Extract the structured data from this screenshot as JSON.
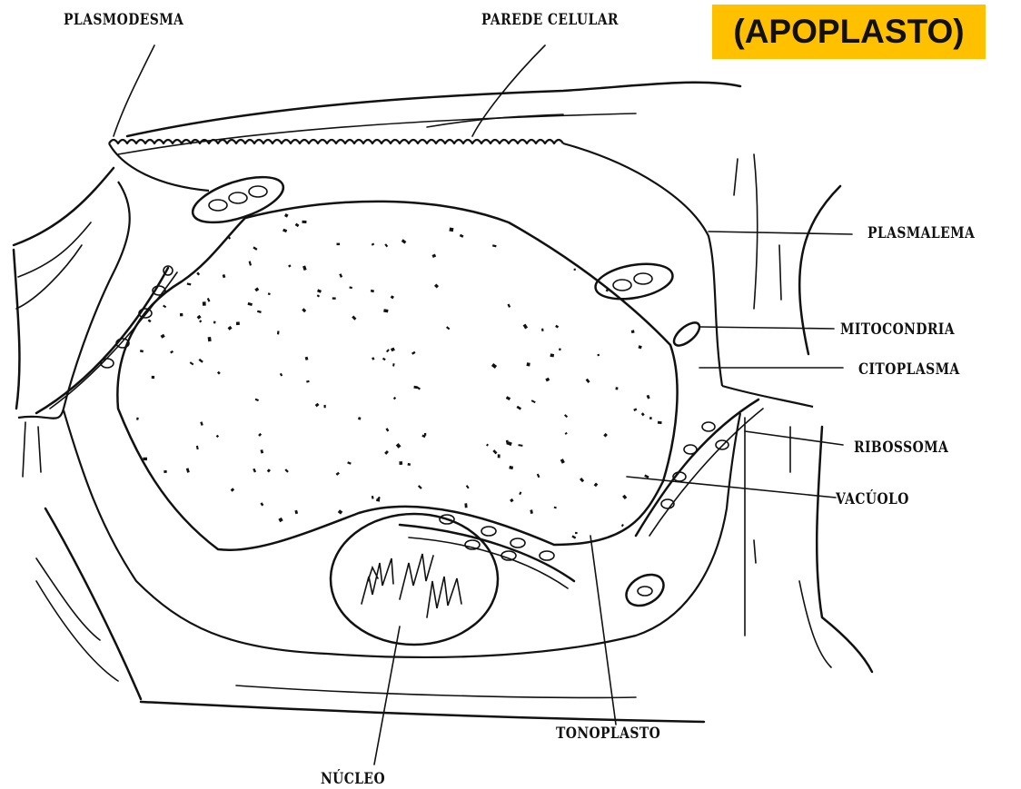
{
  "highlight": {
    "text": "(APOPLASTO)",
    "background": "#ffc000"
  },
  "labels": {
    "plasmodesma": "PLASMODESMA",
    "parede_celular": "PAREDE CELULAR",
    "plasmalema": "PLASMALEMA",
    "mitocondria": "MITOCONDRIA",
    "citoplasma": "CITOPLASMA",
    "ribossoma": "RIBOSSOMA",
    "vacuolo": "VACÚOLO",
    "nucleo": "NÚCLEO",
    "tonoplasto": "TONOPLASTO"
  },
  "colors": {
    "ink": "#111111",
    "paper": "#ffffff"
  }
}
